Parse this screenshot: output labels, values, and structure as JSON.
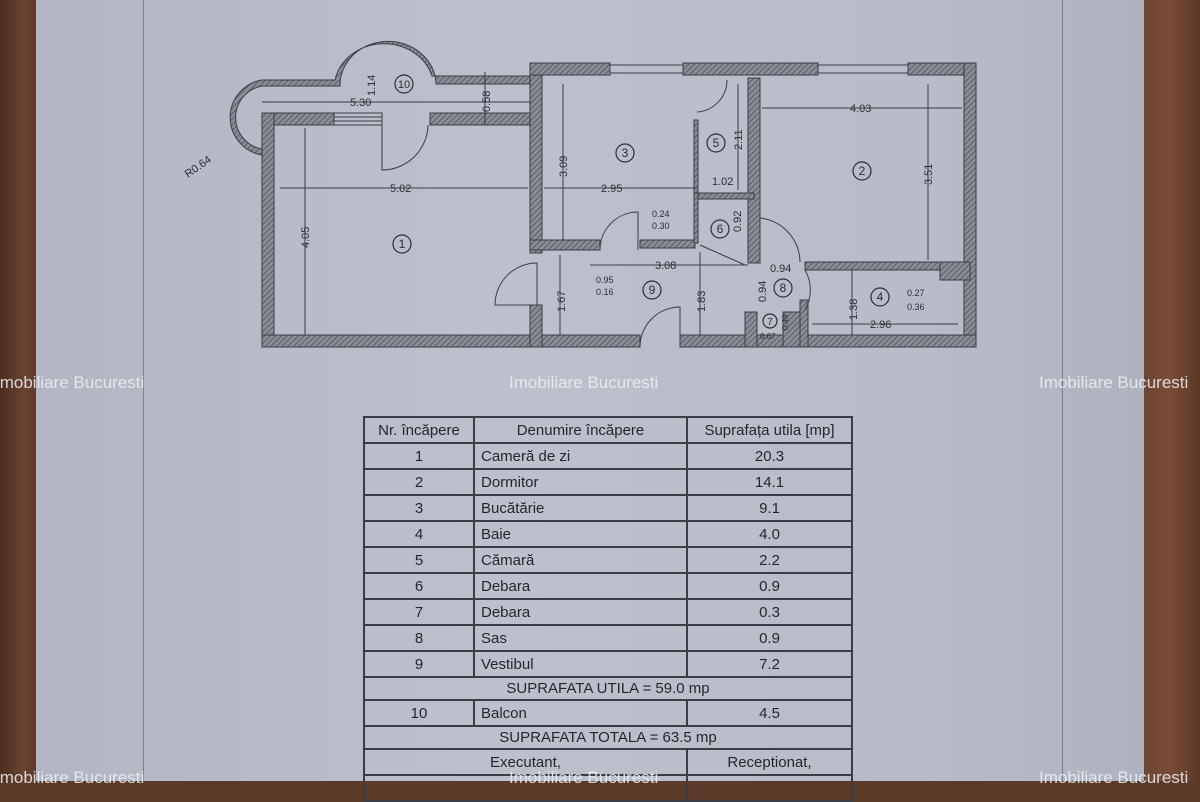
{
  "watermark": "Imobiliare Bucuresti",
  "plan": {
    "room_numbers": [
      "1",
      "2",
      "3",
      "4",
      "5",
      "6",
      "7",
      "8",
      "9",
      "10"
    ],
    "dimensions": {
      "d530": "5.30",
      "d114": "1.14",
      "d058": "0.58",
      "r064": "R0.64",
      "d502": "5.02",
      "d405": "4.05",
      "d309": "3.09",
      "d295": "2.95",
      "d211": "2.11",
      "d102": "1.02",
      "d403": "4.03",
      "d351": "3.51",
      "d024": "0.24",
      "d030": "0.30",
      "d092": "0.92",
      "d308": "3.08",
      "d095": "0.95",
      "d016": "0.16",
      "d167": "1.67",
      "d183": "1.83",
      "d094a": "0.94",
      "d094b": "0.94",
      "d138": "1.38",
      "d027": "0.27",
      "d036": "0.36",
      "d296": "2.96",
      "d067": "0.67",
      "d049": "0.49"
    }
  },
  "table": {
    "headers": [
      "Nr. încăpere",
      "Denumire încăpere",
      "Suprafața utila [mp]"
    ],
    "rows": [
      {
        "nr": "1",
        "name": "Cameră de zi",
        "area": "20.3"
      },
      {
        "nr": "2",
        "name": "Dormitor",
        "area": "14.1"
      },
      {
        "nr": "3",
        "name": "Bucătărie",
        "area": "9.1"
      },
      {
        "nr": "4",
        "name": "Baie",
        "area": "4.0"
      },
      {
        "nr": "5",
        "name": "Cămară",
        "area": "2.2"
      },
      {
        "nr": "6",
        "name": "Debara",
        "area": "0.9"
      },
      {
        "nr": "7",
        "name": "Debara",
        "area": "0.3"
      },
      {
        "nr": "8",
        "name": "Sas",
        "area": "0.9"
      },
      {
        "nr": "9",
        "name": "Vestibul",
        "area": "7.2"
      }
    ],
    "utila": "SUPRAFATA UTILA = 59.0 mp",
    "balcon": {
      "nr": "10",
      "name": "Balcon",
      "area": "4.5"
    },
    "totala": "SUPRAFATA TOTALA = 63.5 mp",
    "executant": "Executant,",
    "receptionat": "Receptionat,"
  }
}
